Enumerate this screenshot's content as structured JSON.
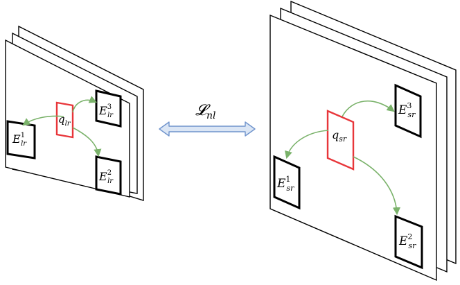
{
  "loss": {
    "symbol": "𝓛",
    "subscript": "nl"
  },
  "left_stack": {
    "query": {
      "base": "q",
      "subscript": "lr"
    },
    "entities": [
      {
        "base": "E",
        "subscript": "lr",
        "superscript": "1"
      },
      {
        "base": "E",
        "subscript": "lr",
        "superscript": "2"
      },
      {
        "base": "E",
        "subscript": "lr",
        "superscript": "3"
      }
    ]
  },
  "right_stack": {
    "query": {
      "base": "q",
      "subscript": "sr"
    },
    "entities": [
      {
        "base": "E",
        "subscript": "sr",
        "superscript": "1"
      },
      {
        "base": "E",
        "subscript": "sr",
        "superscript": "2"
      },
      {
        "base": "E",
        "subscript": "sr",
        "superscript": "3"
      }
    ]
  },
  "colors": {
    "query_border": "#e8363a",
    "flow_arrow": "#7ab26a",
    "loss_arrow_fill": "#dbe6f5",
    "loss_arrow_stroke": "#6f93cc"
  }
}
